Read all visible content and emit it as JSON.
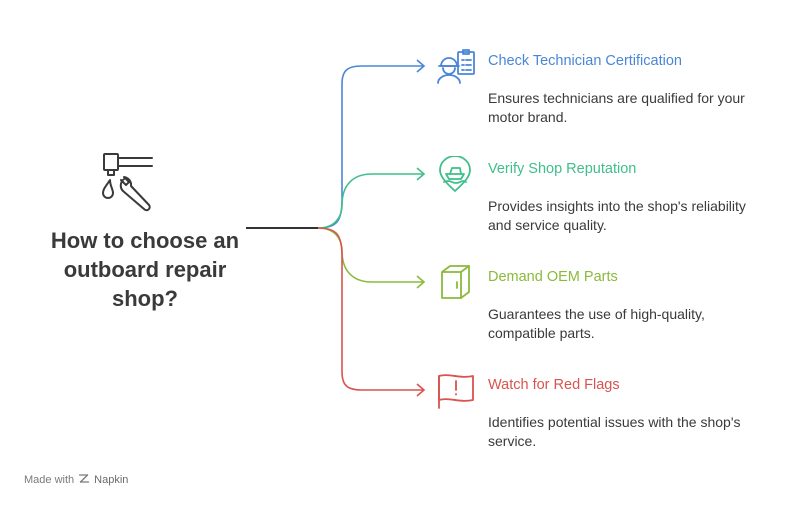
{
  "main": {
    "title_lines": [
      "How to choose an",
      "outboard repair",
      "shop?"
    ],
    "icon": "faucet-wrench-icon"
  },
  "branches": [
    {
      "title": "Check Technician Certification",
      "description_lines": [
        "Ensures technicians are qualified for your",
        "motor brand."
      ],
      "color": "#4a86d8",
      "icon": "technician-clipboard-icon"
    },
    {
      "title": "Verify Shop Reputation",
      "description_lines": [
        "Provides insights into the shop's reliability",
        "and service quality."
      ],
      "color": "#3fbf8a",
      "icon": "boat-location-pin-icon"
    },
    {
      "title": "Demand OEM Parts",
      "description_lines": [
        "Guarantees the use of high-quality,",
        "compatible parts."
      ],
      "color": "#8bba3c",
      "icon": "parts-cabinet-icon"
    },
    {
      "title": "Watch for Red Flags",
      "description_lines": [
        "Identifies potential issues with the shop's",
        "service."
      ],
      "color": "#d9534f",
      "icon": "red-flag-icon"
    }
  ],
  "footer": {
    "made_with": "Made with",
    "brand": "Napkin",
    "icon": "napkin-logo-icon"
  }
}
